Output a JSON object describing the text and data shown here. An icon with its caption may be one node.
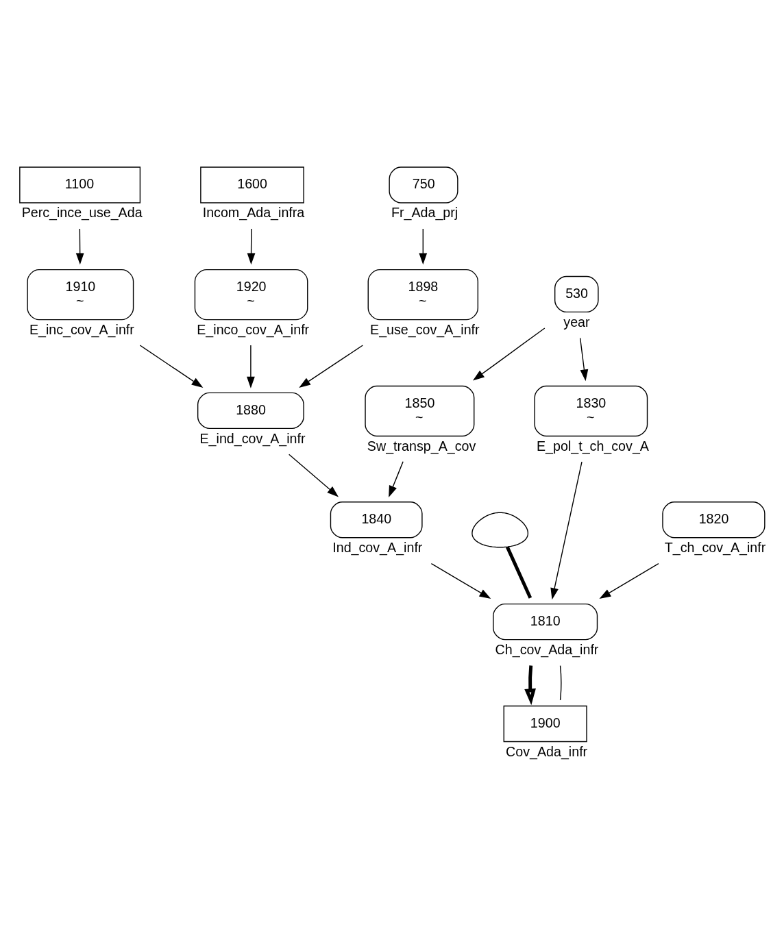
{
  "diagram": {
    "nodes": [
      {
        "text": [
          "1100"
        ],
        "beside": [
          "Perc_ince_use_Ada"
        ]
      },
      {
        "text": [
          "1600"
        ],
        "beside": [
          "Incom_Ada_infra"
        ]
      },
      {
        "text": [
          "1920",
          "~"
        ],
        "beside": [
          "E_inco_cov_A_infr"
        ]
      },
      {
        "text": [
          "1910",
          "~"
        ],
        "beside": [
          "E_inc_cov_A_infr"
        ]
      },
      {
        "text": [
          "750"
        ],
        "beside": [
          "Fr_Ada_prj"
        ]
      },
      {
        "text": [
          "1898",
          "~"
        ],
        "beside": [
          "E_use_cov_A_infr"
        ]
      },
      {
        "text": [
          "1880"
        ],
        "beside": [
          "E_ind_cov_A_infr"
        ]
      },
      {
        "text": [
          "530"
        ],
        "beside": [
          "year"
        ]
      },
      {
        "text": [
          "1850",
          "~"
        ],
        "beside": [
          "Sw_transp_A_cov"
        ]
      },
      {
        "text": [
          "1840"
        ],
        "beside": [
          "Ind_cov_A_infr"
        ]
      },
      {
        "text": [],
        "shape": "cloud"
      },
      {
        "text": [
          "1810"
        ],
        "beside": [
          "Ch_cov_Ada_infr"
        ]
      },
      {
        "text": [
          "1900"
        ],
        "beside": [
          "Cov_Ada_infr"
        ]
      },
      {
        "text": [
          "1830",
          "~"
        ],
        "beside": [
          "E_pol_t_ch_cov_A"
        ]
      },
      {
        "text": [
          "1820"
        ],
        "beside": [
          "T_ch_cov_A_infr"
        ]
      }
    ],
    "edges": [
      {
        "from": 0,
        "to": 3,
        "arrow": "to"
      },
      {
        "from": 1,
        "to": 2,
        "arrow": "to"
      },
      {
        "from": 2,
        "to": 6,
        "arrow": "to"
      },
      {
        "from": 3,
        "to": 6,
        "arrow": "to"
      },
      {
        "from": 4,
        "to": 5,
        "arrow": "to"
      },
      {
        "from": 5,
        "to": 6,
        "arrow": "to"
      },
      {
        "from": 6,
        "to": 9,
        "arrow": "to"
      },
      {
        "from": 7,
        "to": 8,
        "arrow": "to"
      },
      {
        "from": 7,
        "to": 13,
        "arrow": "to"
      },
      {
        "from": 8,
        "to": 9,
        "arrow": "to"
      },
      {
        "from": 9,
        "to": 11,
        "arrow": "to"
      },
      {
        "from": 13,
        "to": 11,
        "arrow": "to"
      },
      {
        "from": 14,
        "to": 11,
        "arrow": "to"
      },
      {
        "from": 10,
        "to": 11,
        "arrow": "none",
        "style": "thick"
      },
      {
        "from": 11,
        "to": 12,
        "arrow": "to",
        "style": "thick"
      },
      {
        "from": 12,
        "to": 11,
        "arrow": "none"
      }
    ]
  }
}
